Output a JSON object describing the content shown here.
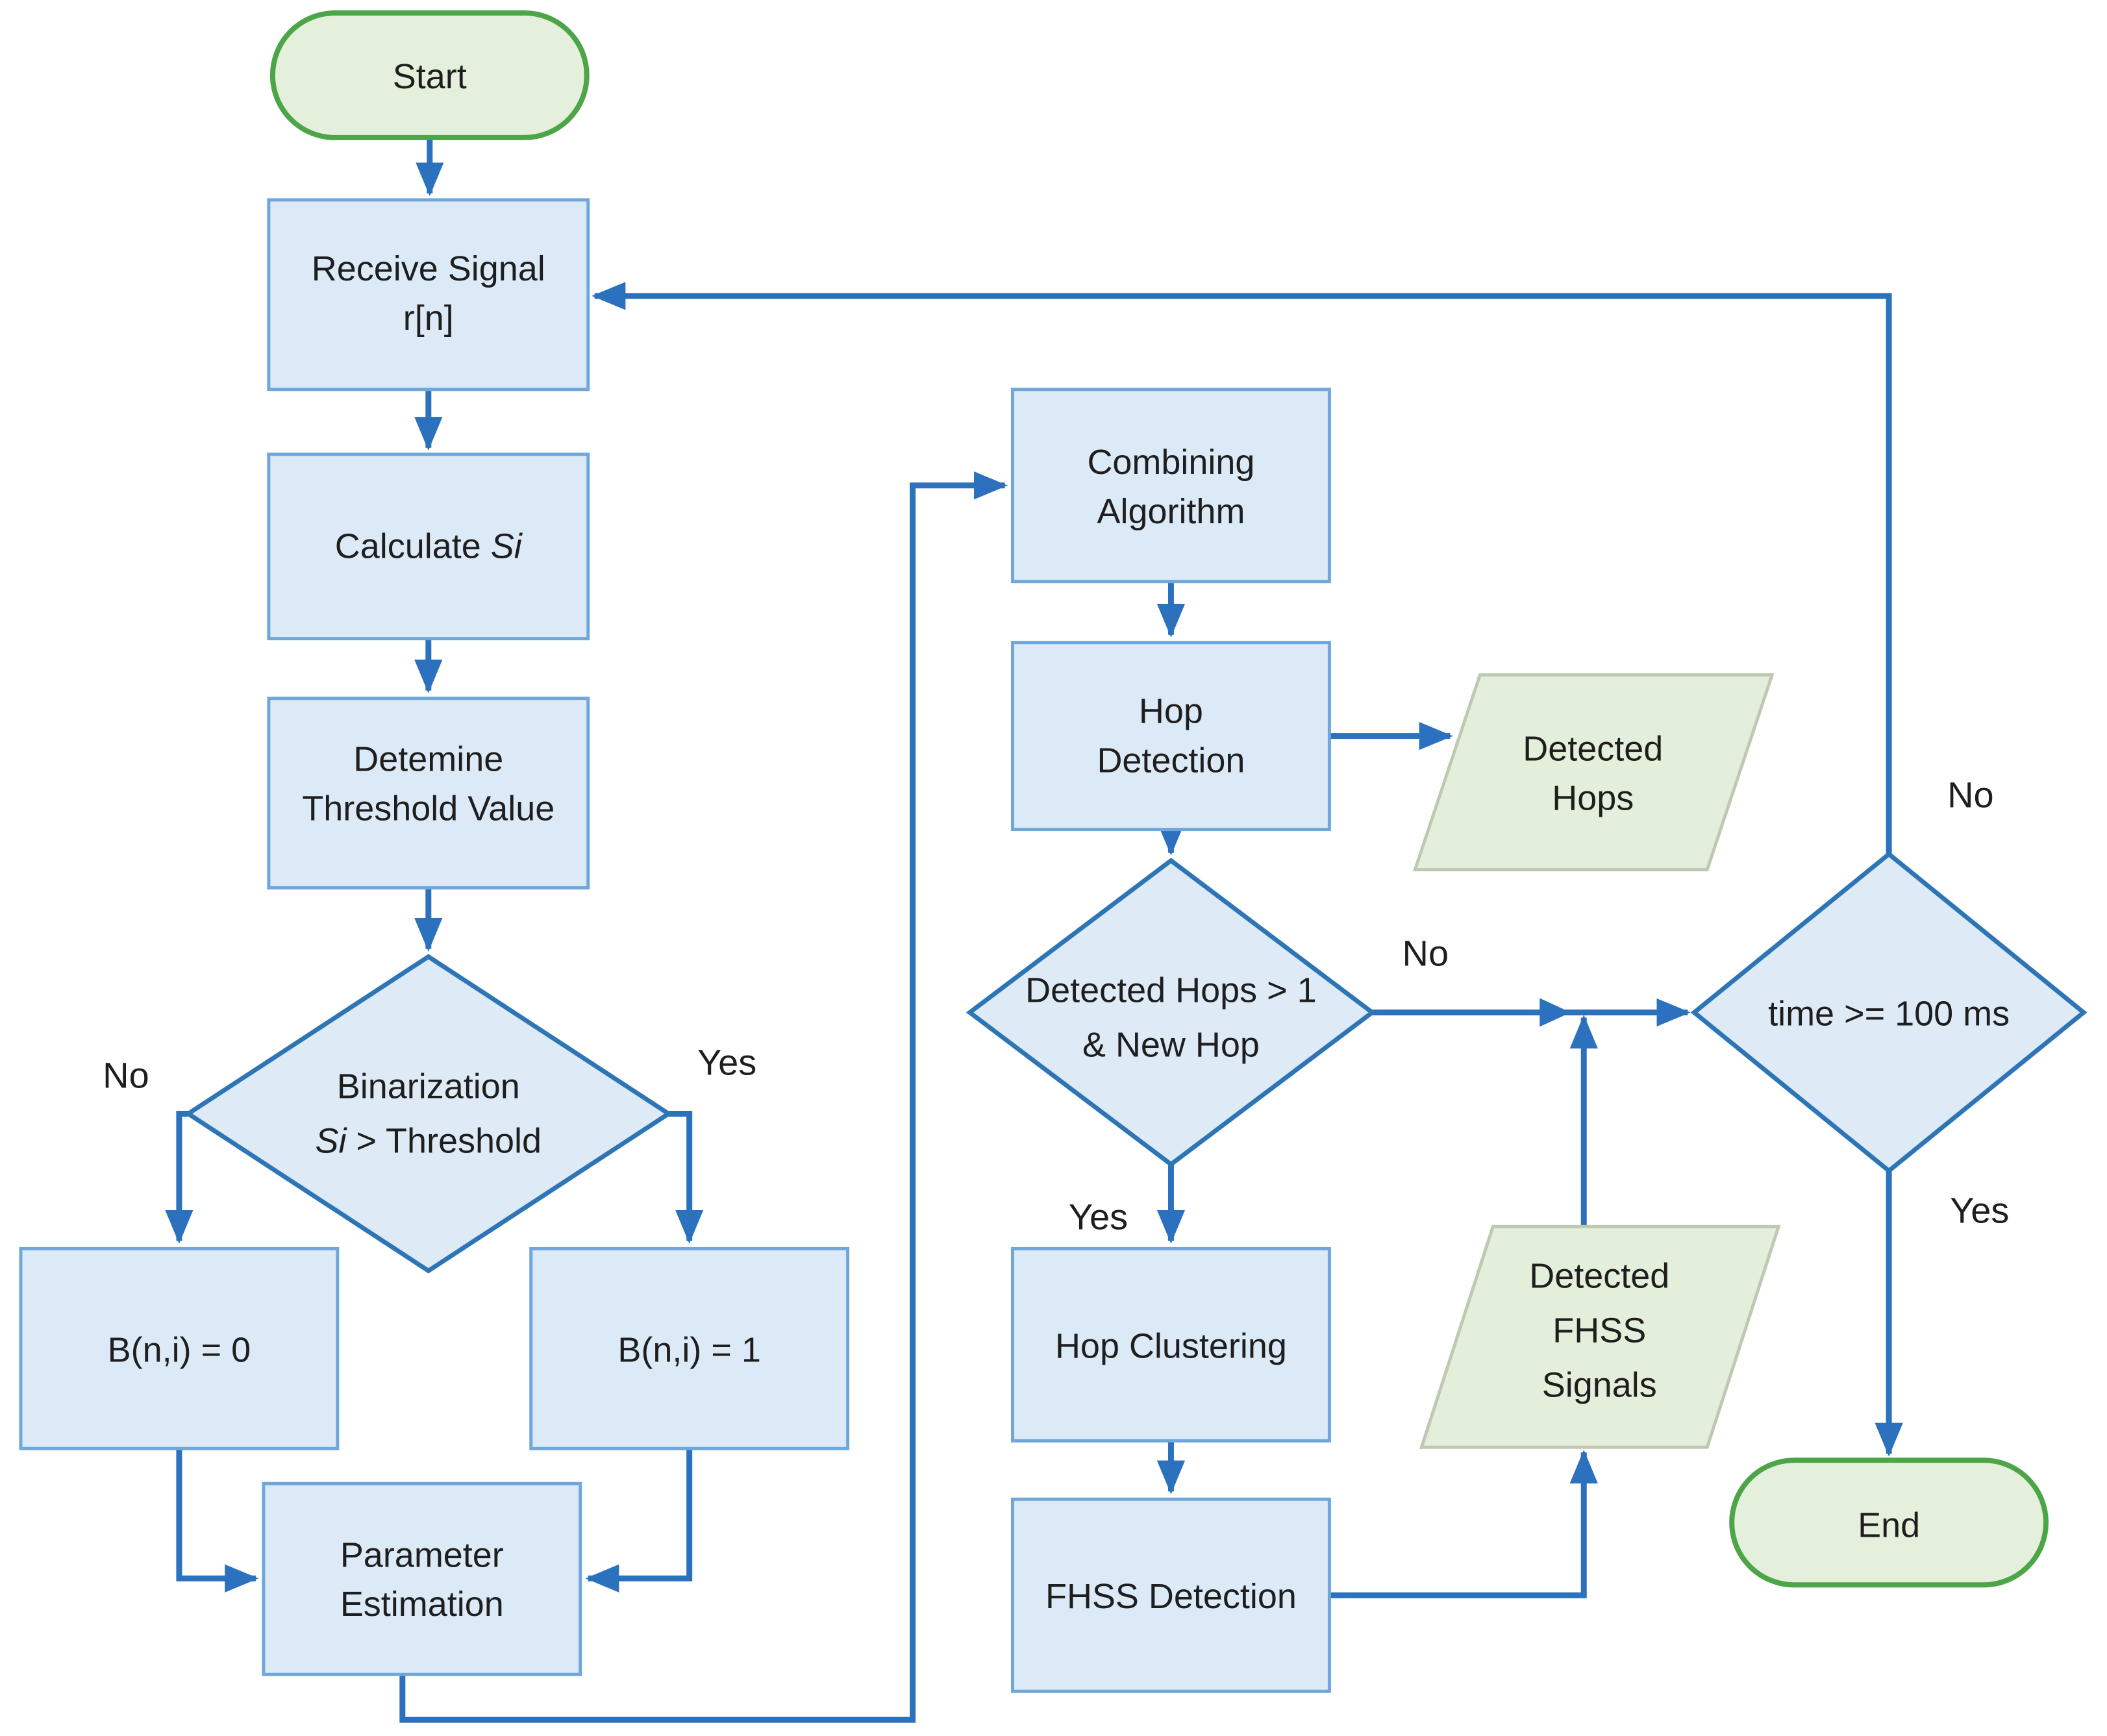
{
  "colors": {
    "process_fill": "#DCEAF7",
    "process_stroke": "#6FA7DB",
    "decision_fill": "#DEEBF7",
    "decision_stroke": "#2E75B6",
    "terminal_fill": "#E4F0DC",
    "terminal_stroke": "#4CA546",
    "data_fill": "#E3EFDA",
    "data_stroke": "#BFC9B2",
    "arrow": "#2B71BE",
    "text": "#1E1E1E"
  },
  "nodes": {
    "start": {
      "label": "Start"
    },
    "receive": {
      "line1": "Receive Signal",
      "line2": "r[n]"
    },
    "calculate": {
      "prefix": "Calculate ",
      "italic": "Si"
    },
    "threshold": {
      "line1": "Detemine",
      "line2": "Threshold Value"
    },
    "binarization": {
      "line1": "Binarization",
      "italic": "Si",
      "rest": " > Threshold"
    },
    "b0": {
      "label": "B(n,i) = 0"
    },
    "b1": {
      "label": "B(n,i) = 1"
    },
    "param": {
      "line1": "Parameter",
      "line2": "Estimation"
    },
    "combining": {
      "line1": "Combining",
      "line2": "Algorithm"
    },
    "hopdetect": {
      "line1": "Hop",
      "line2": "Detection"
    },
    "detectedhops": {
      "line1": "Detected",
      "line2": "Hops"
    },
    "hopsdecision": {
      "line1": "Detected Hops > 1",
      "line2": "& New Hop"
    },
    "hopclustering": {
      "label": "Hop Clustering"
    },
    "fhssdetection": {
      "label": "FHSS Detection"
    },
    "detectedfhss": {
      "line1": "Detected",
      "line2": "FHSS",
      "line3": "Signals"
    },
    "timedecision": {
      "label": "time >= 100 ms"
    },
    "end": {
      "label": "End"
    }
  },
  "edge_labels": {
    "binarization_no": "No",
    "binarization_yes": "Yes",
    "hops_no": "No",
    "hops_yes": "Yes",
    "time_no": "No",
    "time_yes": "Yes"
  }
}
